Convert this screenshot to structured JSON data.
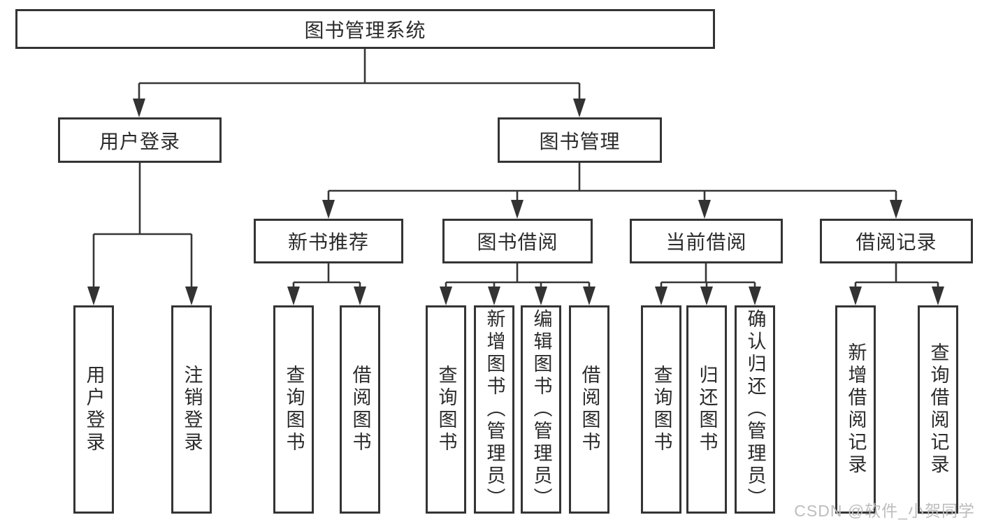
{
  "colors": {
    "line": "#363636",
    "box_border": "#343434",
    "text": "#2b2b2b",
    "watermark": "#bdbdbd",
    "background": "#ffffff"
  },
  "watermark": {
    "text": "CSDN @软件_小贺同学"
  },
  "tree": {
    "root": {
      "label": "图书管理系统"
    },
    "branches": [
      {
        "label": "用户登录",
        "children": [
          {
            "label": "用户登录"
          },
          {
            "label": "注销登录"
          }
        ]
      },
      {
        "label": "图书管理",
        "groups": [
          {
            "label": "新书推荐",
            "children": [
              {
                "label": "查询图书"
              },
              {
                "label": "借阅图书"
              }
            ]
          },
          {
            "label": "图书借阅",
            "children": [
              {
                "label": "查询图书"
              },
              {
                "label": "新增图书（管理员）"
              },
              {
                "label": "编辑图书（管理员）"
              },
              {
                "label": "借阅图书"
              }
            ]
          },
          {
            "label": "当前借阅",
            "children": [
              {
                "label": "查询图书"
              },
              {
                "label": "归还图书"
              },
              {
                "label": "确认归还（管理员）"
              }
            ]
          },
          {
            "label": "借阅记录",
            "children": [
              {
                "label": "新增借阅记录"
              },
              {
                "label": "查询借阅记录"
              }
            ]
          }
        ]
      }
    ]
  }
}
